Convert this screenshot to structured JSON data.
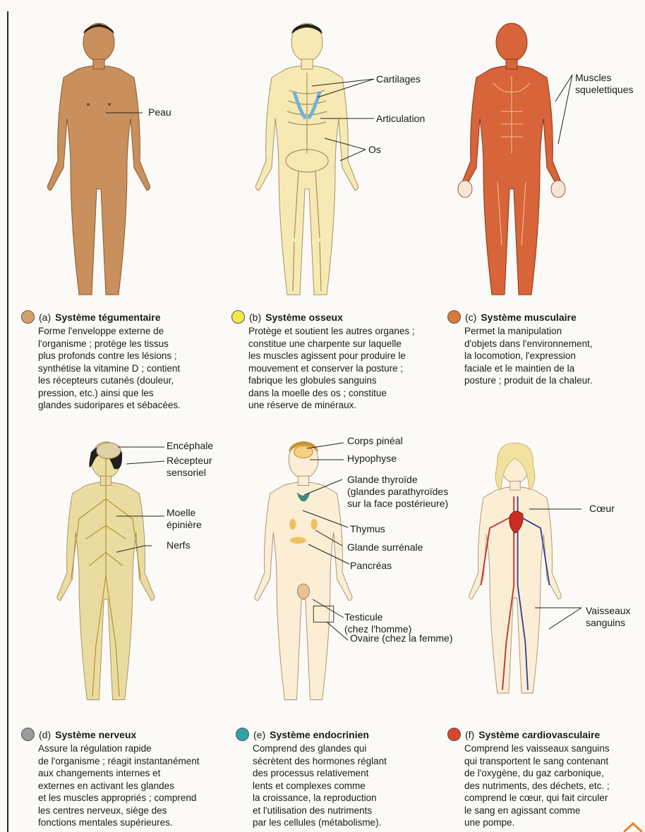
{
  "colors": {
    "tegumentaire": "#d4a06a",
    "osseux": "#f2e84a",
    "musculaire": "#d97a3c",
    "nerveux": "#9a9a9a",
    "endocrinien": "#2fa3a8",
    "cardiovasculaire": "#d8452c",
    "skin": "#c98f5c",
    "bone": "#f7e9b3",
    "muscle": "#d8643a",
    "nerve": "#c9b25a",
    "artery": "#cc2b24",
    "vein": "#2b3f9e"
  },
  "panels": [
    {
      "id": "a",
      "letter": "(a)",
      "title": "Système tégumentaire",
      "icon": "skin-figure-icon",
      "labels": [
        "Peau"
      ],
      "body": [
        "Forme l'enveloppe externe de",
        "l'organisme ; protège les tissus",
        "plus profonds contre les lésions ;",
        "synthétise la vitamine D ; contient",
        "les récepteurs cutanés (douleur,",
        "pression, etc.) ainsi que les",
        "glandes sudoripares et sébacées."
      ]
    },
    {
      "id": "b",
      "letter": "(b)",
      "title": "Système osseux",
      "icon": "skeleton-figure-icon",
      "labels": [
        "Cartilages",
        "Articulation",
        "Os"
      ],
      "body": [
        "Protège et soutient les autres organes ;",
        "constitue une charpente sur laquelle",
        "les muscles agissent pour produire le",
        "mouvement et conserver la posture ;",
        "fabrique les globules sanguins",
        "dans la moelle des os ; constitue",
        "une réserve de minéraux."
      ]
    },
    {
      "id": "c",
      "letter": "(c)",
      "title": "Système musculaire",
      "icon": "muscle-figure-icon",
      "labels": [
        "Muscles",
        "squelettiques"
      ],
      "body": [
        "Permet la manipulation",
        "d'objets dans l'environnement,",
        "la locomotion, l'expression",
        "faciale et le maintien de la",
        "posture ; produit de la chaleur."
      ]
    },
    {
      "id": "d",
      "letter": "(d)",
      "title": "Système nerveux",
      "icon": "nerve-figure-icon",
      "labels": [
        "Encéphale",
        "Récepteur",
        "sensoriel",
        "Moelle",
        "épinière",
        "Nerfs"
      ],
      "body": [
        "Assure la régulation rapide",
        "de l'organisme ; réagit instantanément",
        "aux changements internes et",
        "externes en activant les glandes",
        "et les muscles appropriés ; comprend",
        "les centres nerveux, siège des",
        "fonctions mentales supérieures."
      ]
    },
    {
      "id": "e",
      "letter": "(e)",
      "title": "Système endocrinien",
      "icon": "endocrine-figure-icon",
      "labels": [
        "Corps pinéal",
        "Hypophyse",
        "Glande thyroïde",
        "(glandes parathyroïdes",
        "sur la face postérieure)",
        "Thymus",
        "Glande surrénale",
        "Pancréas",
        "Testicule",
        "(chez l'homme)",
        "Ovaire (chez la femme)"
      ],
      "body": [
        "Comprend des glandes qui",
        "sécrètent des hormones réglant",
        "des processus relativement",
        "lents et complexes comme",
        "la croissance, la reproduction",
        "et l'utilisation des nutriments",
        "par les cellules (métabolisme)."
      ]
    },
    {
      "id": "f",
      "letter": "(f)",
      "title": "Système cardiovasculaire",
      "icon": "cardio-figure-icon",
      "labels": [
        "Cœur",
        "Vaisseaux",
        "sanguins"
      ],
      "body": [
        "Comprend les vaisseaux sanguins",
        "qui transportent le sang contenant",
        "de l'oxygène, du gaz carbonique,",
        "des nutriments, des déchets, etc. ;",
        "comprend le cœur, qui fait circuler",
        "le sang en agissant comme",
        "une pompe."
      ]
    }
  ]
}
